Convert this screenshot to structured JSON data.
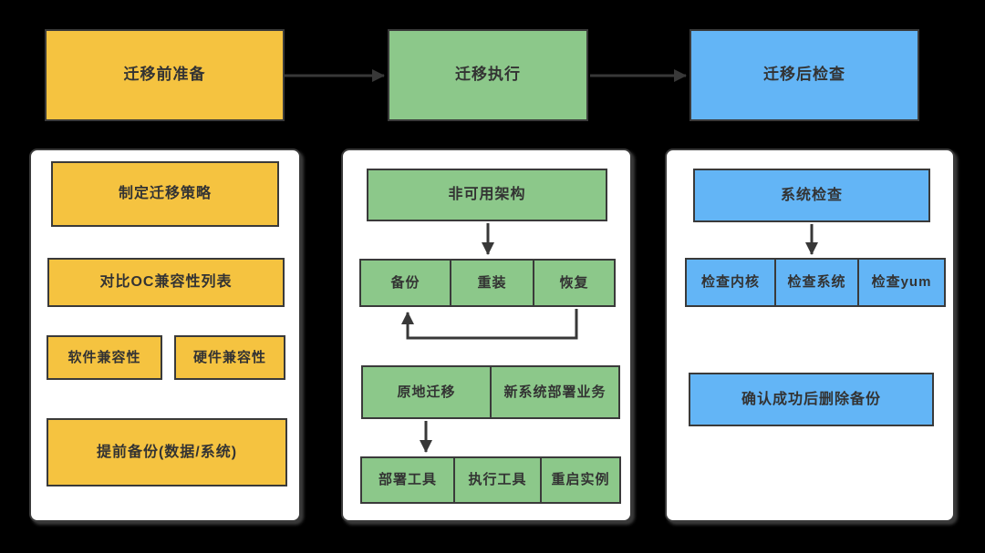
{
  "colors": {
    "background": "#000000",
    "panel_bg": "#ffffff",
    "box_border": "#3a3a3a",
    "arrow": "#383838",
    "text": "#333333",
    "yellow": "#f5c340",
    "green": "#8cc88a",
    "blue": "#63b5f6"
  },
  "headers": [
    {
      "label": "迁移前准备"
    },
    {
      "label": "迁移执行"
    },
    {
      "label": "迁移后检查"
    }
  ],
  "panels": {
    "pre": {
      "strategy": "制定迁移策略",
      "compat_list": "对比OC兼容性列表",
      "software": "软件兼容性",
      "hardware": "硬件兼容性",
      "backup": "提前备份(数据/系统)"
    },
    "exec": {
      "architecture": "非可用架构",
      "backup": "备份",
      "reinstall": "重装",
      "restore": "恢复",
      "inplace": "原地迁移",
      "new_system": "新系统部署业务",
      "deploy_tool": "部署工具",
      "exec_tool": "执行工具",
      "restart": "重启实例"
    },
    "post": {
      "system_check": "系统检查",
      "check_kernel": "检查内核",
      "check_system": "检查系统",
      "check_yum": "检查yum",
      "delete_backup": "确认成功后删除备份"
    }
  }
}
